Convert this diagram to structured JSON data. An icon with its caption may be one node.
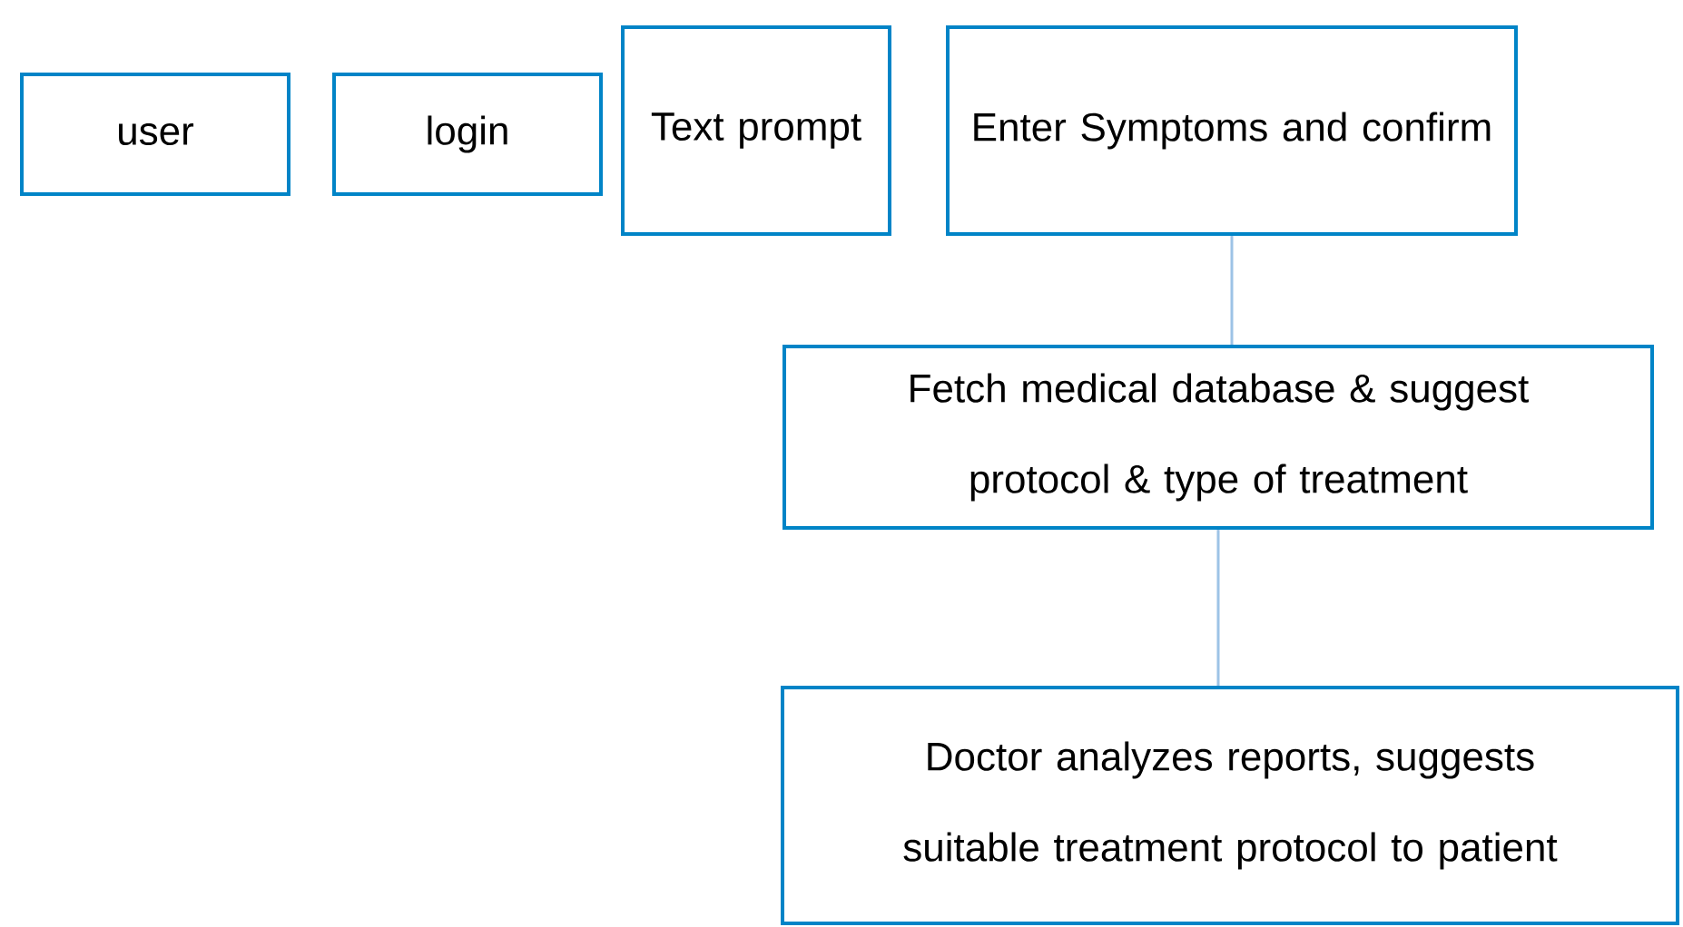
{
  "diagram": {
    "nodes": [
      {
        "text": [
          "user"
        ]
      },
      {
        "text": [
          "login"
        ]
      },
      {
        "text": [
          "Text prompt"
        ]
      },
      {
        "text": [
          "Enter Symptoms and confirm"
        ]
      },
      {
        "text": [
          "Fetch medical database & suggest protocol & type of treatment"
        ]
      },
      {
        "text": [
          "Doctor analyzes reports, suggests suitable treatment protocol to patient"
        ]
      }
    ],
    "edges": [
      {
        "from": 3,
        "to": 4,
        "arrow": "none"
      },
      {
        "from": 4,
        "to": 5,
        "arrow": "none"
      }
    ]
  }
}
